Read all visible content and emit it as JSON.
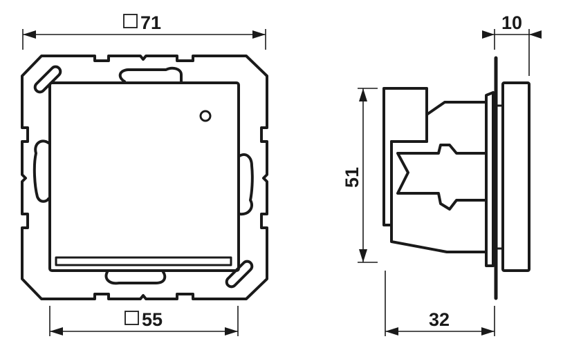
{
  "drawing": {
    "square_symbol": "□",
    "front_view": {
      "outer_size": "71",
      "inner_size": "55"
    },
    "side_view": {
      "height": "51",
      "depth": "32",
      "cover_depth": "10"
    }
  }
}
